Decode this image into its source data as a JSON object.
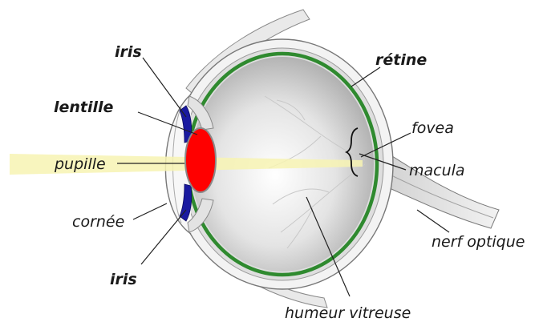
{
  "labels": {
    "iris_top": "iris",
    "lentille": "lentille",
    "pupille": "pupille",
    "cornee": "cornée",
    "iris_bottom": "iris",
    "retine": "rétine",
    "fovea": "fovea",
    "macula": "macula",
    "nerf_optique": "nerf optique",
    "humeur_vitreuse": "humeur vitreuse"
  },
  "colors": {
    "iris": "#1a1aa0",
    "lentille_label": "#7a0b0b",
    "retine": "#2f8a2f",
    "lens_fill": "#ff0000",
    "light_beam": "#f7f3b3"
  }
}
